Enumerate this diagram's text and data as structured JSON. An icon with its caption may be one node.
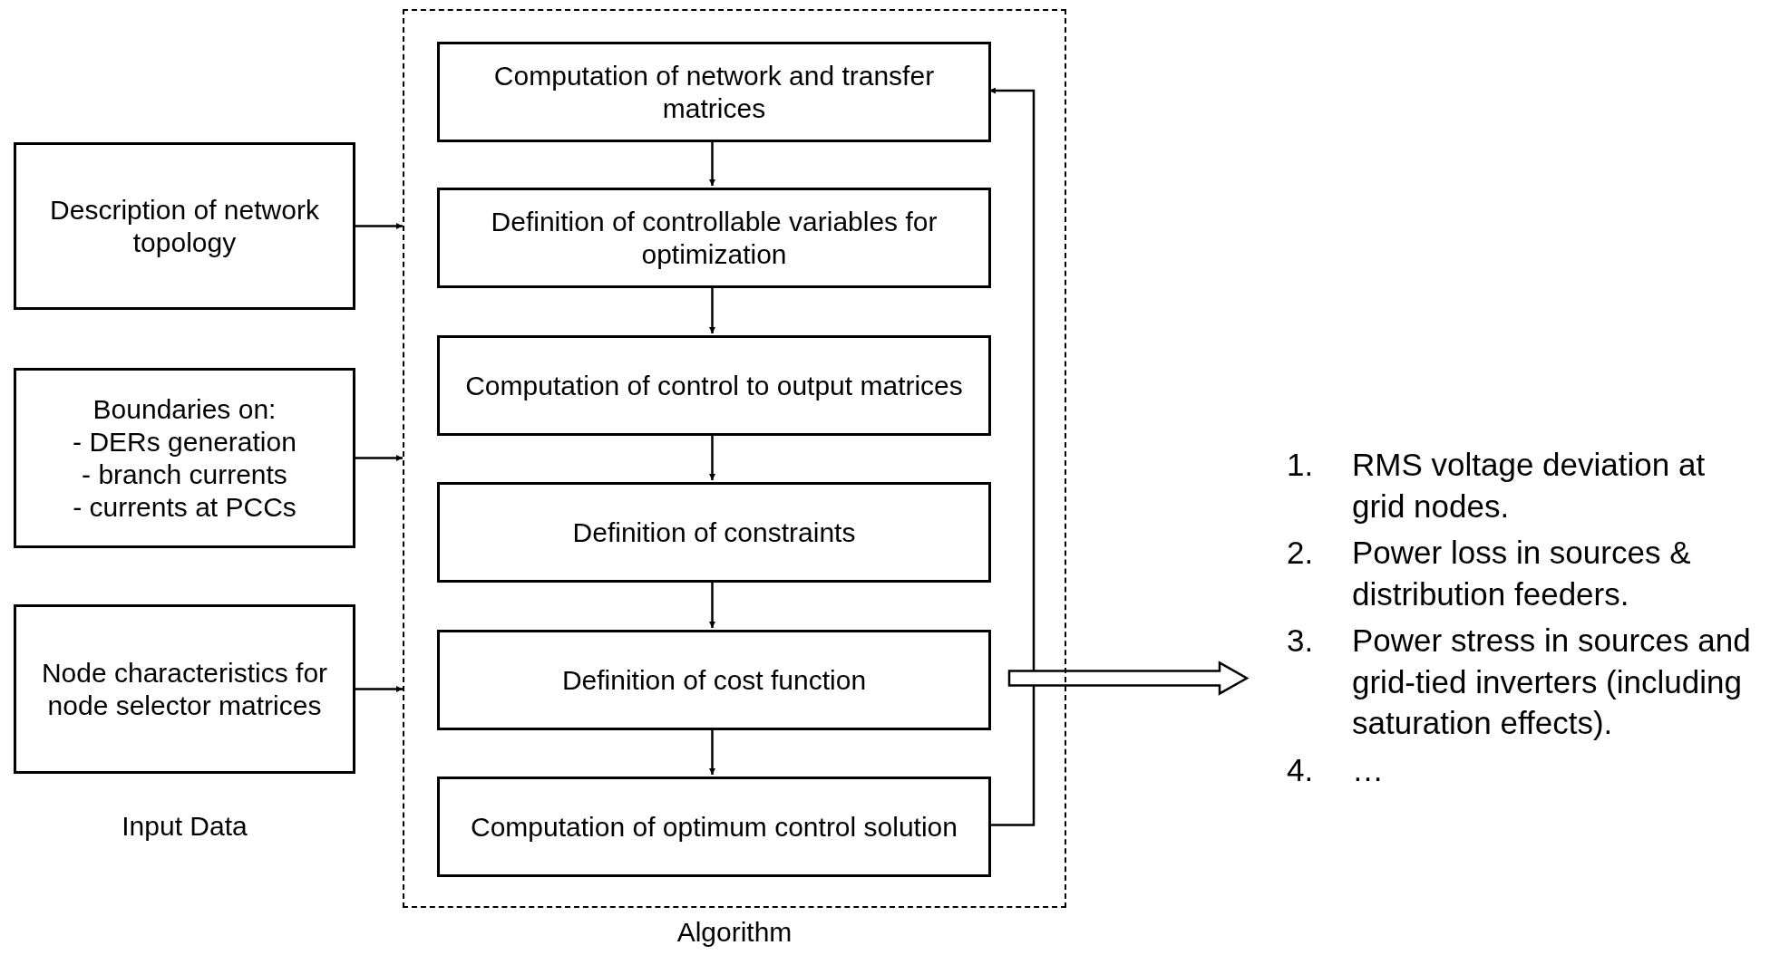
{
  "diagram": {
    "nodes": [
      {
        "text": [
          "Algorithm"
        ]
      },
      {
        "text": [
          "Computation of network and transfer matrices"
        ],
        "in": 0
      },
      {
        "text": [
          "Definition of controllable variables for optimization"
        ],
        "in": 0
      },
      {
        "text": [
          "Computation of control to output matrices"
        ],
        "in": 0
      },
      {
        "text": [
          "Definition of constraints"
        ],
        "in": 0
      },
      {
        "text": [
          "Definition of cost function"
        ],
        "in": 0
      },
      {
        "text": [
          "Computation of optimum control solution"
        ],
        "in": 0
      },
      {
        "text": [
          "Description of network topology"
        ]
      },
      {
        "text": [
          "Boundaries on:",
          "- DERs generation",
          "- branch currents",
          "- currents at PCCs"
        ]
      },
      {
        "text": [
          "Node characteristics for node selector matrices"
        ]
      },
      {
        "text": [
          "1. RMS voltage deviation at grid nodes.",
          "2. Power loss in sources & distribution feeders.",
          "3. Power stress in sources and grid-tied inverters (including saturation effects).",
          "4. …"
        ]
      }
    ],
    "edges": [
      {
        "from": 1,
        "to": 2,
        "arrow": "to"
      },
      {
        "from": 2,
        "to": 3,
        "arrow": "to"
      },
      {
        "from": 3,
        "to": 4,
        "arrow": "to"
      },
      {
        "from": 4,
        "to": 5,
        "arrow": "to"
      },
      {
        "from": 5,
        "to": 6,
        "arrow": "to"
      },
      {
        "from": 6,
        "to": 1,
        "arrow": "to"
      },
      {
        "from": 7,
        "to": 0,
        "arrow": "to"
      },
      {
        "from": 8,
        "to": 0,
        "arrow": "to"
      },
      {
        "from": 9,
        "to": 0,
        "arrow": "to"
      },
      {
        "from": 5,
        "to": 10,
        "arrow": "to",
        "style": "thick"
      }
    ],
    "labels": [
      "Input Data"
    ]
  }
}
